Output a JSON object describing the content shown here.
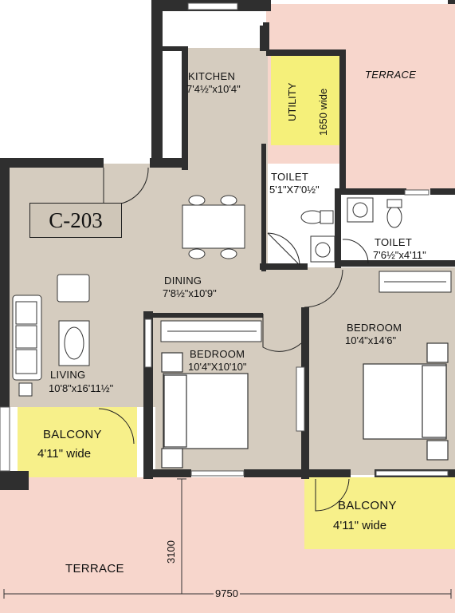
{
  "unit_code": "C-203",
  "colors": {
    "floor": "#d5ccbf",
    "terrace": "#f7d6cc",
    "balcony": "#f7f08a",
    "utility": "#f5f07a",
    "wall": "#2f2f2f",
    "white": "#ffffff"
  },
  "rooms": {
    "kitchen": {
      "name": "KITCHEN",
      "size": "7'4½\"x10'4\""
    },
    "utility": {
      "name": "UTILITY",
      "size": "1650 wide"
    },
    "terrace_top": {
      "name": "TERRACE"
    },
    "toilet1": {
      "name": "TOILET",
      "size": "5'1\"X7'0½\""
    },
    "toilet2": {
      "name": "TOILET",
      "size": "7'6½\"x4'11\""
    },
    "dining": {
      "name": "DINING",
      "size": "7'8½\"x10'9\""
    },
    "bedroom1": {
      "name": "BEDROOM",
      "size": "10'4\"X10'10\""
    },
    "bedroom2": {
      "name": "BEDROOM",
      "size": "10'4\"x14'6\""
    },
    "living": {
      "name": "LIVING",
      "size": "10'8\"x16'11½\""
    },
    "balcony1": {
      "name": "BALCONY",
      "size": "4'11\" wide"
    },
    "balcony2": {
      "name": "BALCONY",
      "size": "4'11\" wide"
    },
    "terrace_bottom": {
      "name": "TERRACE"
    }
  },
  "dimensions": {
    "depth": "3100",
    "width": "9750"
  }
}
